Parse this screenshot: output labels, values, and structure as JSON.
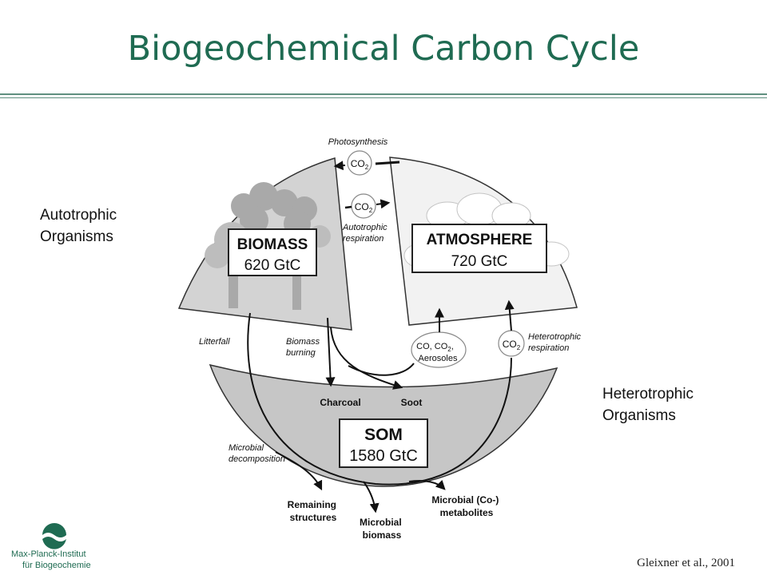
{
  "slide": {
    "title": "Biogeochemical Carbon Cycle",
    "citation": "Gleixner et al., 2001"
  },
  "side_labels": {
    "autotrophic": [
      "Autotrophic",
      "Organisms"
    ],
    "heterotrophic": [
      "Heterotrophic",
      "Organisms"
    ]
  },
  "reservoirs": {
    "biomass": {
      "name": "BIOMASS",
      "amount": "620 GtC"
    },
    "atmosphere": {
      "name": "ATMOSPHERE",
      "amount": "720 GtC"
    },
    "som": {
      "name": "SOM",
      "amount": "1580 GtC"
    }
  },
  "fluxes": {
    "photosynthesis": "Photosynthesis",
    "autotrophic_respiration": [
      "Autotrophic",
      "respiration"
    ],
    "heterotrophic_respiration": [
      "Heterotrophic",
      "respiration"
    ],
    "litterfall": "Litterfall",
    "biomass_burning": [
      "Biomass",
      "burning"
    ],
    "microbial_decomposition": [
      "Microbial",
      "decomposition"
    ]
  },
  "gas_labels": {
    "co2_main": "CO",
    "co2_sub": "2",
    "emissions_line1": "CO, CO",
    "emissions_sub": "2",
    "emissions_comma": ",",
    "emissions_line2": "Aerosoles"
  },
  "products": {
    "charcoal": "Charcoal",
    "soot": "Soot",
    "remaining_structures": [
      "Remaining",
      "structures"
    ],
    "microbial_biomass": [
      "Microbial",
      "biomass"
    ],
    "microbial_metabolites": [
      "Microbial (Co-)",
      "metabolites"
    ]
  },
  "logo": {
    "line1": "Max-Planck-Institut",
    "line2": "für Biogeochemie"
  },
  "colors": {
    "title": "#1f6b52",
    "biomass_sector": "#d3d3d3",
    "atmosphere_sector": "#f2f2f2",
    "som_sector": "#c6c6c6",
    "tree": "#a9a9a9",
    "logo": "#1f6b52"
  }
}
